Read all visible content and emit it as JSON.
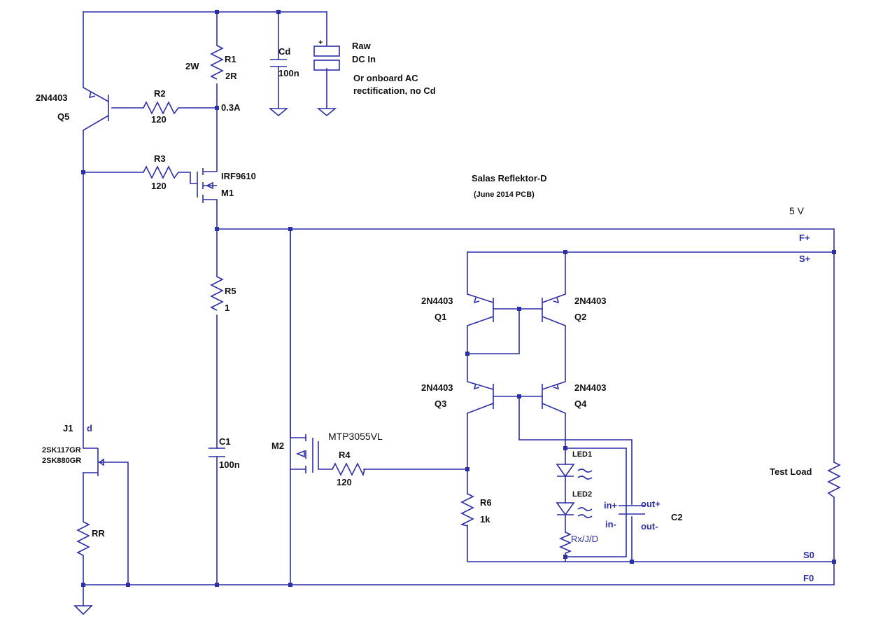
{
  "title": "Salas Reflektor-D",
  "subtitle": "(June 2014 PCB)",
  "voltage": "5 V",
  "source": {
    "name": "Raw",
    "name2": "DC In",
    "note1": "Or onboard AC",
    "note2": "rectification, no Cd",
    "plus": "+"
  },
  "terminals": {
    "f_plus": "F+",
    "s_plus": "S+",
    "s0": "S0",
    "f0": "F0"
  },
  "load": "Test Load",
  "components": {
    "r1": {
      "ref": "R1",
      "value": "2R",
      "power": "2W",
      "current": "0.3A"
    },
    "cd": {
      "ref": "Cd",
      "value": "100n"
    },
    "r2": {
      "ref": "R2",
      "value": "120"
    },
    "r3": {
      "ref": "R3",
      "value": "120"
    },
    "q5": {
      "ref": "Q5",
      "part": "2N4403"
    },
    "m1": {
      "ref": "M1",
      "part": "IRF9610"
    },
    "r5": {
      "ref": "R5",
      "value": "1"
    },
    "c1": {
      "ref": "C1",
      "value": "100n"
    },
    "j1": {
      "ref": "J1",
      "pin": "d",
      "part1": "2SK117GR",
      "part2": "2SK880GR"
    },
    "rr": {
      "ref": "RR"
    },
    "m2": {
      "ref": "M2",
      "part": "MTP3055VL"
    },
    "r4": {
      "ref": "R4",
      "value": "120"
    },
    "q1": {
      "ref": "Q1",
      "part": "2N4403"
    },
    "q2": {
      "ref": "Q2",
      "part": "2N4403"
    },
    "q3": {
      "ref": "Q3",
      "part": "2N4403"
    },
    "q4": {
      "ref": "Q4",
      "part": "2N4403"
    },
    "r6": {
      "ref": "R6",
      "value": "1k"
    },
    "led1": {
      "ref": "LED1"
    },
    "led2": {
      "ref": "LED2"
    },
    "rx": {
      "ref": "Rx/J/D"
    },
    "c2": {
      "ref": "C2",
      "in_plus": "in+",
      "in_minus": "in-",
      "out_plus": "out+",
      "out_minus": "out-"
    }
  }
}
